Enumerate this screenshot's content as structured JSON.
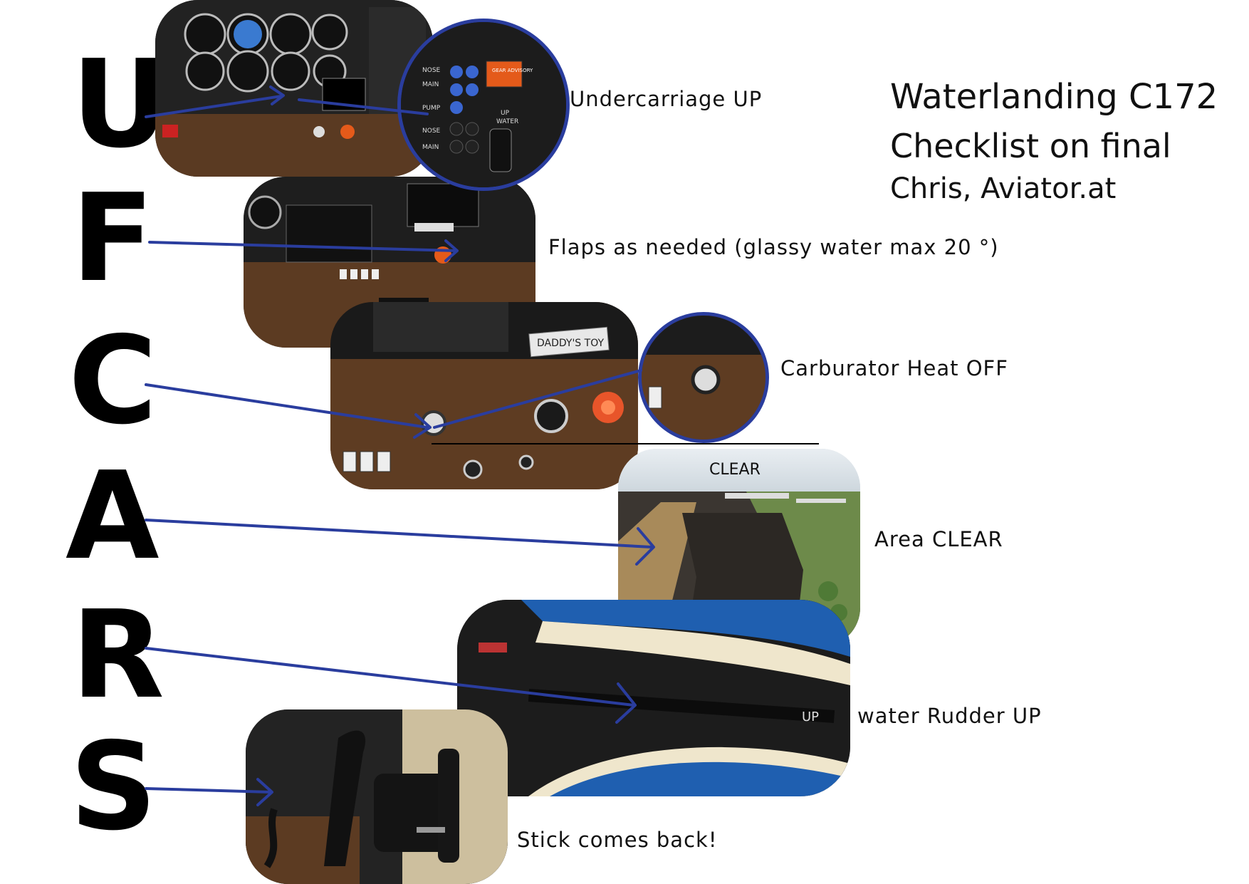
{
  "title": {
    "line1": "Waterlanding C172",
    "line2": "Checklist on final",
    "line3": "Chris, Aviator.at"
  },
  "mnemonic": [
    "U",
    "F",
    "C",
    "A",
    "R",
    "S"
  ],
  "items": [
    {
      "letter": "U",
      "text": "Undercarriage UP"
    },
    {
      "letter": "F",
      "text": "Flaps as needed (glassy water max 20 °)"
    },
    {
      "letter": "C",
      "text": "Carburator Heat OFF"
    },
    {
      "letter": "A",
      "text": "Area CLEAR"
    },
    {
      "letter": "R",
      "text": "water Rudder UP"
    },
    {
      "letter": "S",
      "text": "Stick comes back!"
    }
  ],
  "photo_labels": {
    "placard": "DADDY'S TOY",
    "area": "CLEAR",
    "gear_panel": [
      "NOSE",
      "MAIN",
      "PUMP",
      "NOSE",
      "MAIN",
      "UP",
      "WATER",
      "GEAR ADVISORY"
    ],
    "rudder_handle": "UP"
  },
  "colors": {
    "arrow": "#2a3d9e",
    "panel_wood": "#5a3a22",
    "panel_black": "#1c1c1c",
    "water": "#3a3530",
    "seat_blue": "#1f5fb0"
  }
}
